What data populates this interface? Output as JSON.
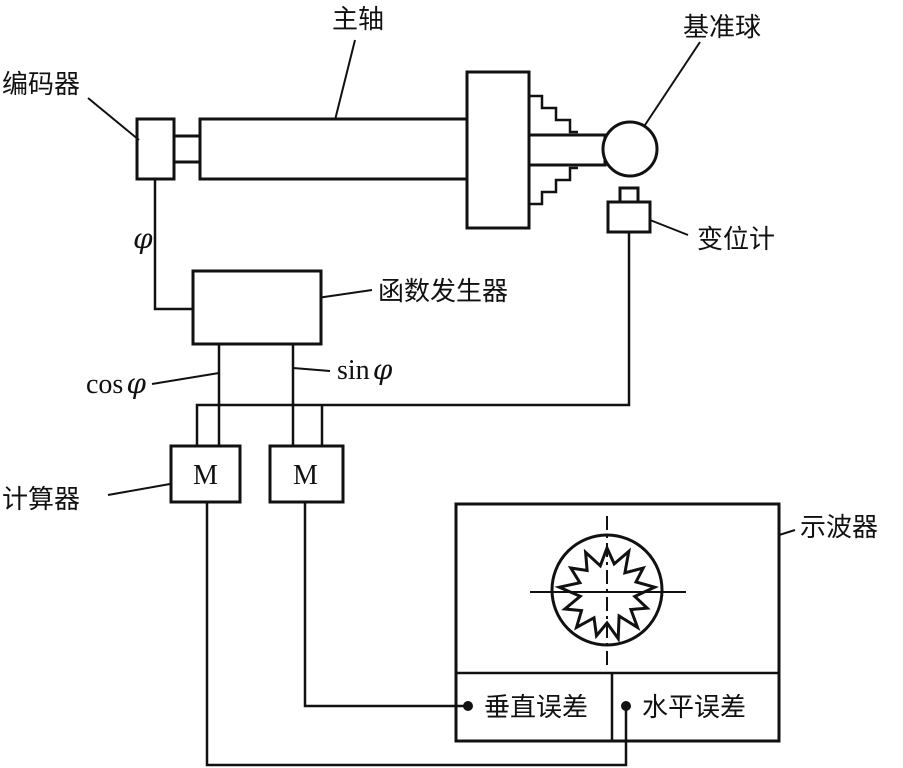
{
  "labels": {
    "spindle": "主轴",
    "reference_ball": "基准球",
    "encoder": "编码器",
    "displacement_meter": "变位计",
    "function_generator": "函数发生器",
    "calculator": "计算器",
    "oscilloscope": "示波器",
    "vertical_error": "垂直误差",
    "horizontal_error": "水平误差"
  },
  "signals": {
    "phi": "φ",
    "cos_prefix": "cos",
    "sin_prefix": "sin"
  },
  "multipliers": {
    "left": "M",
    "right": "M"
  }
}
